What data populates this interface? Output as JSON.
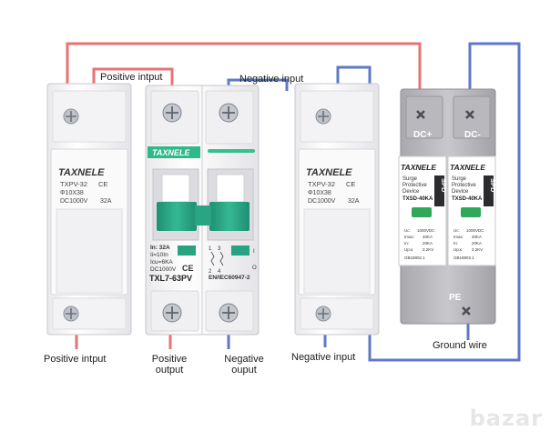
{
  "labels": {
    "positive_input_top": "Positive intput",
    "negative_input_top": "Negative input",
    "positive_input_bottom": "Positive intput",
    "positive_output_l1": "Positive",
    "positive_output_l2": "output",
    "negative_output_l1": "Negative",
    "negative_output_l2": "ouput",
    "negative_input_bottom": "Negative input",
    "ground_wire": "Ground wire"
  },
  "fuse_left": {
    "brand": "TAXNELE",
    "model": "TXPV-32",
    "ce": "CE",
    "size": "Φ10X38",
    "rating_v": "DC1000V",
    "rating_a": "32A"
  },
  "fuse_right": {
    "brand": "TAXNELE",
    "model": "TXPV-32",
    "ce": "CE",
    "size": "Φ10X38",
    "rating_v": "DC1000V",
    "rating_a": "32A"
  },
  "breaker": {
    "brand": "TAXNELE",
    "spec1": "In: 32A",
    "spec2": "Ii=10In",
    "spec3": "Icu=6KA",
    "spec4": "DC1000V",
    "ce": "CE",
    "model": "TXL7-63PV",
    "standard": "EN/IEC60947-2",
    "term1": "1",
    "term3": "3",
    "term2": "2",
    "term4": "4",
    "on": "I",
    "off": "O"
  },
  "spd": {
    "dc_plus": "DC+",
    "dc_minus": "DC-",
    "pe": "PE",
    "brand": "TAXNELE",
    "badge": "SPD",
    "desc1": "Surge",
    "desc2": "Protective",
    "desc3": "Device",
    "model": "TXSD-40KA",
    "uc": "Uc:",
    "uc_val": "1000VDC",
    "imax": "Imax:",
    "imax_val": "40KA",
    "in": "In:",
    "in_val": "20KA",
    "up": "Up:≤",
    "up_val": "3.2KV",
    "std": "GB18802.1"
  },
  "watermark": "bazar",
  "colors": {
    "positive_wire": "#e87373",
    "negative_wire": "#5f78c9",
    "green_accent": "#27a382",
    "logo_green": "#2fb889"
  }
}
